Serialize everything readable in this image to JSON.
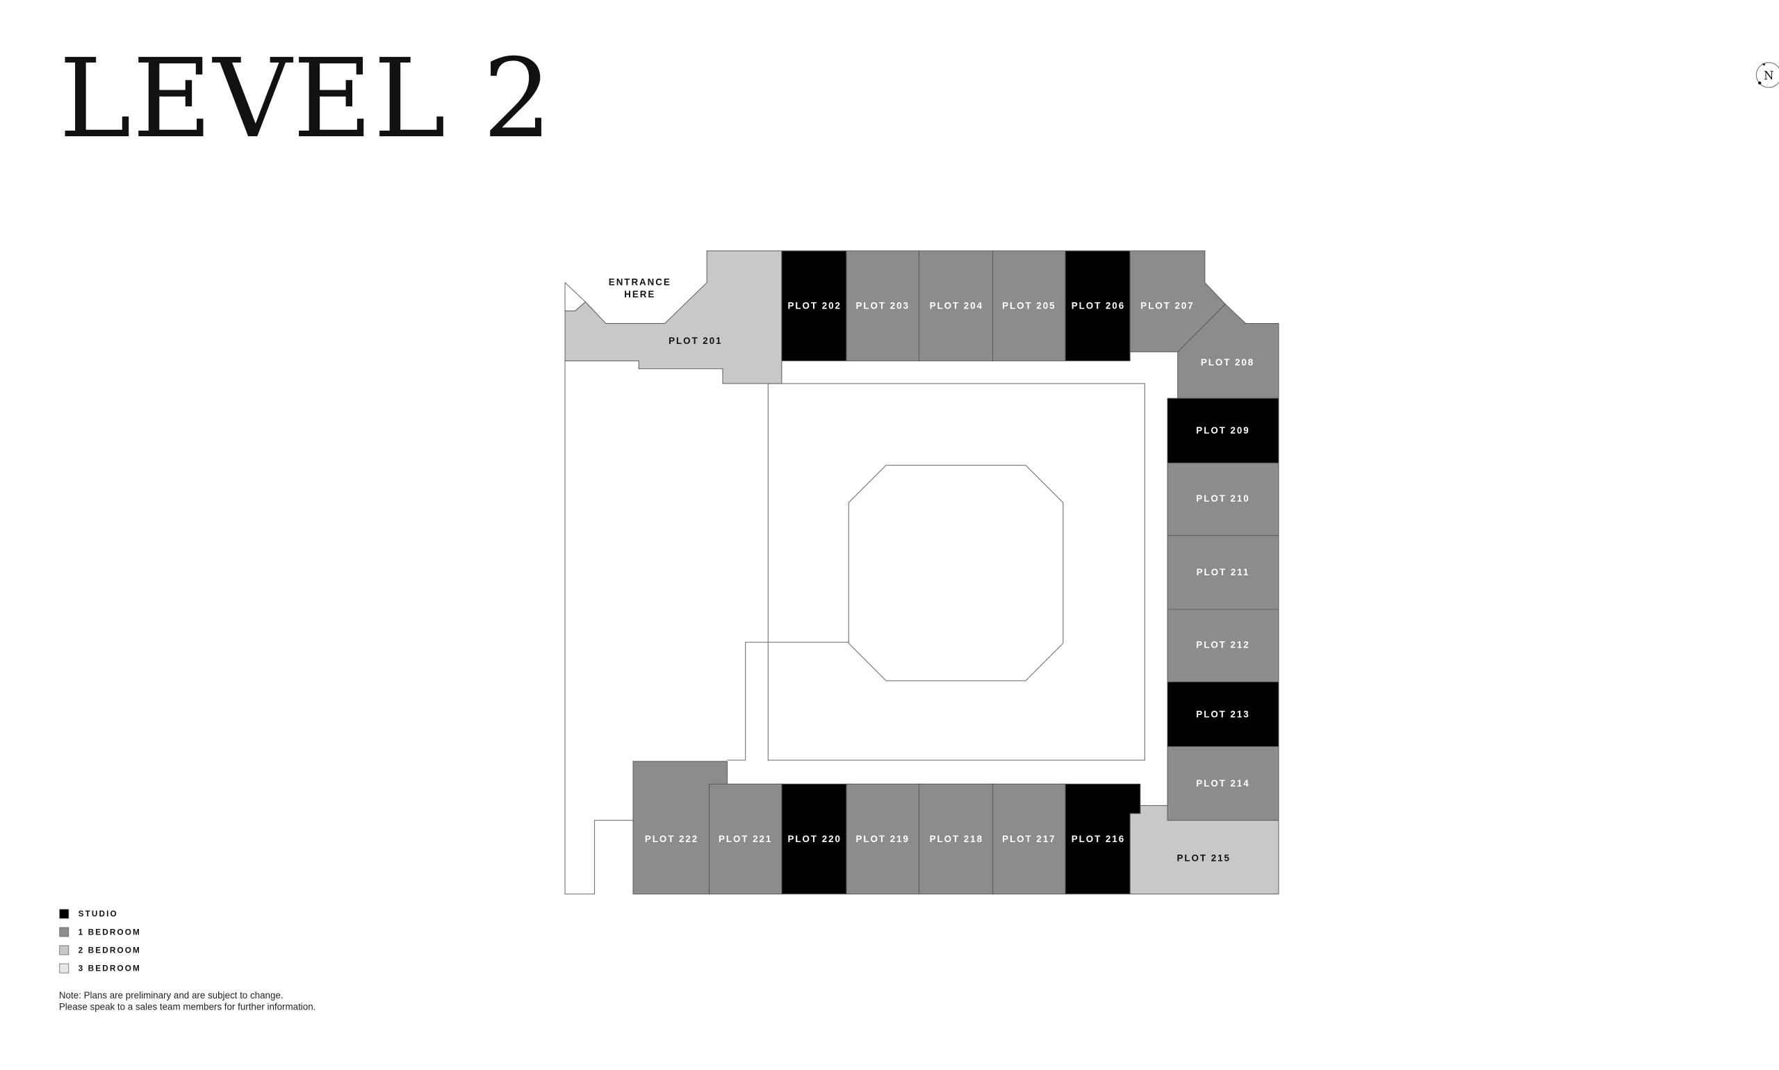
{
  "title": "LEVEL 2",
  "compass": {
    "label": "N"
  },
  "entrance": {
    "line1": "ENTRANCE",
    "line2": "HERE"
  },
  "colors": {
    "studio": "#000000",
    "one_bedroom": "#8c8c8c",
    "two_bedroom": "#c8c8c8",
    "three_bedroom": "#e8e8e8"
  },
  "plots": [
    {
      "id": "201",
      "label": "PLOT 201",
      "type": "two_bedroom"
    },
    {
      "id": "202",
      "label": "PLOT 202",
      "type": "studio"
    },
    {
      "id": "203",
      "label": "PLOT 203",
      "type": "one_bedroom"
    },
    {
      "id": "204",
      "label": "PLOT 204",
      "type": "one_bedroom"
    },
    {
      "id": "205",
      "label": "PLOT 205",
      "type": "one_bedroom"
    },
    {
      "id": "206",
      "label": "PLOT 206",
      "type": "studio"
    },
    {
      "id": "207",
      "label": "PLOT 207",
      "type": "one_bedroom"
    },
    {
      "id": "208",
      "label": "PLOT 208",
      "type": "one_bedroom"
    },
    {
      "id": "209",
      "label": "PLOT 209",
      "type": "studio"
    },
    {
      "id": "210",
      "label": "PLOT 210",
      "type": "one_bedroom"
    },
    {
      "id": "211",
      "label": "PLOT 211",
      "type": "one_bedroom"
    },
    {
      "id": "212",
      "label": "PLOT 212",
      "type": "one_bedroom"
    },
    {
      "id": "213",
      "label": "PLOT 213",
      "type": "studio"
    },
    {
      "id": "214",
      "label": "PLOT 214",
      "type": "one_bedroom"
    },
    {
      "id": "215",
      "label": "PLOT 215",
      "type": "two_bedroom"
    },
    {
      "id": "216",
      "label": "PLOT 216",
      "type": "studio"
    },
    {
      "id": "217",
      "label": "PLOT 217",
      "type": "one_bedroom"
    },
    {
      "id": "218",
      "label": "PLOT 218",
      "type": "one_bedroom"
    },
    {
      "id": "219",
      "label": "PLOT 219",
      "type": "one_bedroom"
    },
    {
      "id": "220",
      "label": "PLOT 220",
      "type": "studio"
    },
    {
      "id": "221",
      "label": "PLOT 221",
      "type": "one_bedroom"
    },
    {
      "id": "222",
      "label": "PLOT 222",
      "type": "one_bedroom"
    }
  ],
  "legend": [
    {
      "key": "studio",
      "label": "STUDIO"
    },
    {
      "key": "one_bedroom",
      "label": "1 BEDROOM"
    },
    {
      "key": "two_bedroom",
      "label": "2 BEDROOM"
    },
    {
      "key": "three_bedroom",
      "label": "3 BEDROOM"
    }
  ],
  "note": {
    "line1": "Note: Plans are preliminary and are subject to change.",
    "line2": "Please speak to a sales team members for further information."
  }
}
